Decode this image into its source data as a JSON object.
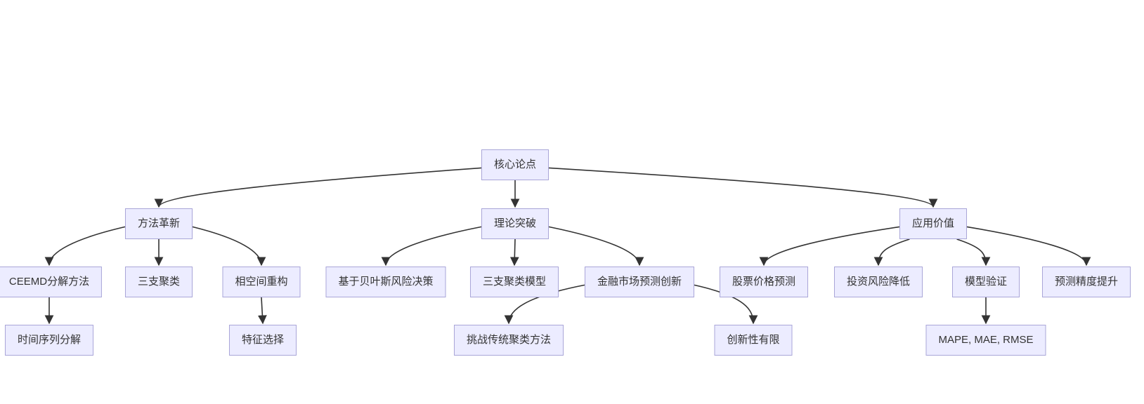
{
  "diagram": {
    "type": "flowchart-top-down",
    "colors": {
      "background": "#FFFFFF",
      "node_fill": "#ECECFF",
      "node_border": "#A9A6D8",
      "edge": "#333333",
      "text": "#333333"
    },
    "nodes": [
      {
        "id": "core",
        "label": "核心论点"
      },
      {
        "id": "method",
        "label": "方法革新"
      },
      {
        "id": "theory",
        "label": "理论突破"
      },
      {
        "id": "application",
        "label": "应用价值"
      },
      {
        "id": "ceemd",
        "label": "CEEMD分解方法"
      },
      {
        "id": "three-way",
        "label": "三支聚类"
      },
      {
        "id": "phase-space",
        "label": "相空间重构"
      },
      {
        "id": "bayes",
        "label": "基于贝叶斯风险决策"
      },
      {
        "id": "three-way-model",
        "label": "三支聚类模型"
      },
      {
        "id": "finance-innovation",
        "label": "金融市场预测创新"
      },
      {
        "id": "stock-prediction",
        "label": "股票价格预测"
      },
      {
        "id": "risk-reduction",
        "label": "投资风险降低"
      },
      {
        "id": "model-validation",
        "label": "模型验证"
      },
      {
        "id": "accuracy",
        "label": "预测精度提升"
      },
      {
        "id": "ts-decomposition",
        "label": "时间序列分解"
      },
      {
        "id": "feature-selection",
        "label": "特征选择"
      },
      {
        "id": "challenge",
        "label": "挑战传统聚类方法"
      },
      {
        "id": "limited-novelty",
        "label": "创新性有限"
      },
      {
        "id": "metrics",
        "label": "MAPE, MAE, RMSE"
      }
    ],
    "edges": [
      {
        "from": "core",
        "to": "method"
      },
      {
        "from": "core",
        "to": "theory"
      },
      {
        "from": "core",
        "to": "application"
      },
      {
        "from": "method",
        "to": "ceemd"
      },
      {
        "from": "method",
        "to": "three-way"
      },
      {
        "from": "method",
        "to": "phase-space"
      },
      {
        "from": "theory",
        "to": "bayes"
      },
      {
        "from": "theory",
        "to": "three-way-model"
      },
      {
        "from": "theory",
        "to": "finance-innovation"
      },
      {
        "from": "application",
        "to": "stock-prediction"
      },
      {
        "from": "application",
        "to": "risk-reduction"
      },
      {
        "from": "application",
        "to": "model-validation"
      },
      {
        "from": "application",
        "to": "accuracy"
      },
      {
        "from": "ceemd",
        "to": "ts-decomposition"
      },
      {
        "from": "phase-space",
        "to": "feature-selection"
      },
      {
        "from": "finance-innovation",
        "to": "challenge"
      },
      {
        "from": "finance-innovation",
        "to": "limited-novelty"
      },
      {
        "from": "model-validation",
        "to": "metrics"
      }
    ]
  }
}
